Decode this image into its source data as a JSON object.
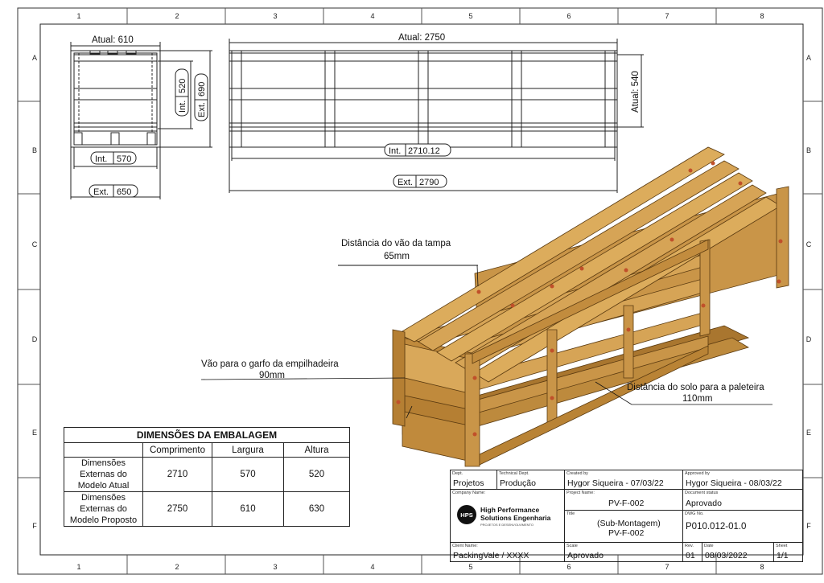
{
  "border": {
    "columns": [
      "1",
      "2",
      "3",
      "4",
      "5",
      "6",
      "7",
      "8"
    ],
    "rows": [
      "A",
      "B",
      "C",
      "D",
      "E",
      "F"
    ]
  },
  "dims": {
    "front_atual": "Atual: 610",
    "front_int_h_label": "Int.",
    "front_int_h_value": "520",
    "front_ext_h_label": "Ext.",
    "front_ext_h_value": "690",
    "front_int_w_label": "Int.",
    "front_int_w_value": "570",
    "front_ext_w_label": "Ext.",
    "front_ext_w_value": "650",
    "side_atual": "Atual: 2750",
    "side_atual_h": "Atual: 540",
    "side_int_label": "Int.",
    "side_int_value": "2710.12",
    "side_ext_label": "Ext.",
    "side_ext_value": "2790"
  },
  "annotations": {
    "tampa_line1": "Distância do vão da tampa",
    "tampa_line2": "65mm",
    "garfo_line1": "Vão para o garfo da empilhadeira",
    "garfo_line2": "90mm",
    "solo_line1": "Distância do solo para a paleteira",
    "solo_line2": "110mm"
  },
  "table": {
    "title": "DIMENSÕES DA EMBALAGEM",
    "headers": [
      "Comprimento",
      "Largura",
      "Altura"
    ],
    "rows": [
      {
        "label": "Dimensões Externas do Modelo Atual",
        "values": [
          "2710",
          "570",
          "520"
        ]
      },
      {
        "label": "Dimensões Externas do Modelo Proposto",
        "values": [
          "2750",
          "610",
          "630"
        ]
      }
    ]
  },
  "title_block": {
    "dept_caption": "Dept.",
    "dept": "Projetos",
    "tech_caption": "Technical Dept.",
    "tech": "Produção",
    "created_caption": "Created by",
    "created": "Hygor Siqueira - 07/03/22",
    "approved_caption": "Approved by",
    "approved": "Hygor Siqueira - 08/03/22",
    "company_caption": "Company Name:",
    "company_line1": "High Performance",
    "company_line2": "Solutions Engenharia",
    "company_tag": "PROJETOS E DESENVOLVIMENTO",
    "logo_text": "HPS",
    "project_caption": "Project Name:",
    "project": "PV-F-002",
    "status_caption": "Document status",
    "status": "Aprovado",
    "title_caption": "Title",
    "title_line1": "(Sub-Montagem)",
    "title_line2": "PV-F-002",
    "dwg_caption": "DWG No.",
    "dwg": "P010.012-01.0",
    "client_caption": "Client Name:",
    "client": "PackingVale / XXXX",
    "scale_caption": "Scale",
    "scale": "Aprovado",
    "rev_caption": "Rev.",
    "rev": "01",
    "date_caption": "Date",
    "date": "08/03/2022",
    "sheet_caption": "Sheet",
    "sheet": "1/1"
  }
}
